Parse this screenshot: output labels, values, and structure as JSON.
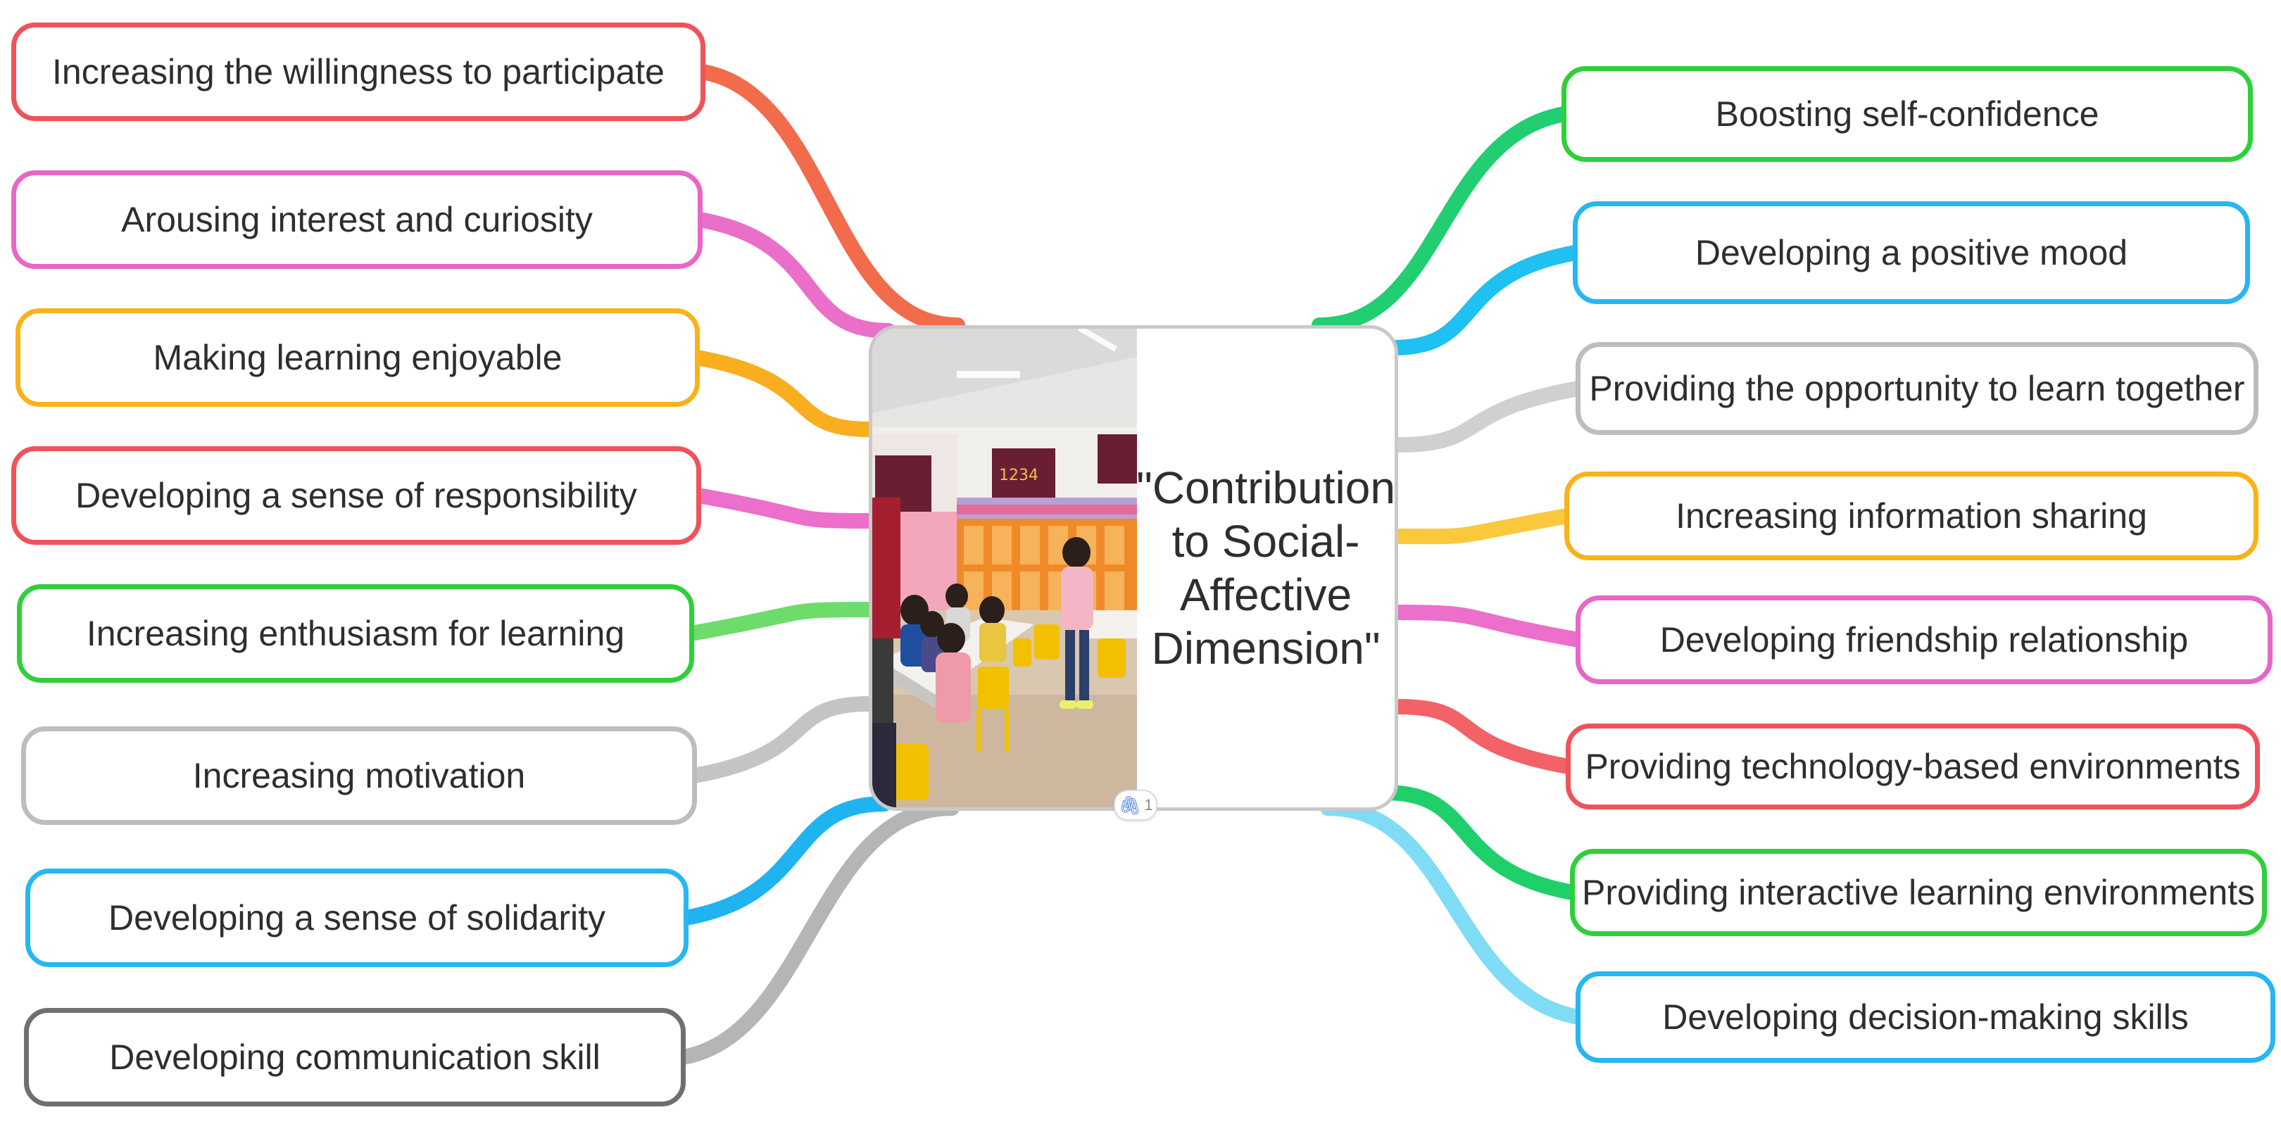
{
  "central": {
    "title": "\"Contribution\nto Social-\nAffective\nDimension\"",
    "attachment_count": "1",
    "attachment_icon": "paperclip-icon"
  },
  "left_branches": [
    {
      "label": "Increasing the willingness to participate",
      "color": "#f0525a",
      "branch_color": "#f26b4a"
    },
    {
      "label": "Arousing interest and curiosity",
      "color": "#e866c8",
      "branch_color": "#ea6fc9"
    },
    {
      "label": "Making learning enjoyable",
      "color": "#f9b219",
      "branch_color": "#f8ae1f"
    },
    {
      "label": "Developing a sense of responsibility",
      "color": "#f0525a",
      "branch_color": "#ec6fcb"
    },
    {
      "label": "Increasing enthusiasm for learning",
      "color": "#2fcf3a",
      "branch_color": "#6edc6a"
    },
    {
      "label": "Increasing motivation",
      "color": "#bdbdbd",
      "branch_color": "#c4c4c4"
    },
    {
      "label": "Developing a sense of solidarity",
      "color": "#27b6f2",
      "branch_color": "#1fb4f0"
    },
    {
      "label": "Developing communication skill",
      "color": "#6f6f6f",
      "branch_color": "#b5b5b5"
    }
  ],
  "right_branches": [
    {
      "label": "Boosting self-confidence",
      "color": "#2fcf3a",
      "branch_color": "#21cf72"
    },
    {
      "label": "Developing a positive mood",
      "color": "#27b6f2",
      "branch_color": "#1fc0f2"
    },
    {
      "label": "Providing the opportunity to learn together",
      "color": "#bdbdbd",
      "branch_color": "#d0d0d0"
    },
    {
      "label": "Increasing information sharing",
      "color": "#f9b219",
      "branch_color": "#f9c83c"
    },
    {
      "label": "Developing friendship relationship",
      "color": "#e866c8",
      "branch_color": "#ec6fcb"
    },
    {
      "label": "Providing technology-based environments",
      "color": "#f0525a",
      "branch_color": "#f26266"
    },
    {
      "label": "Providing interactive learning environments",
      "color": "#2fcf3a",
      "branch_color": "#1fd06a"
    },
    {
      "label": "Developing decision-making skills",
      "color": "#27b6f2",
      "branch_color": "#7fdcf4"
    }
  ]
}
